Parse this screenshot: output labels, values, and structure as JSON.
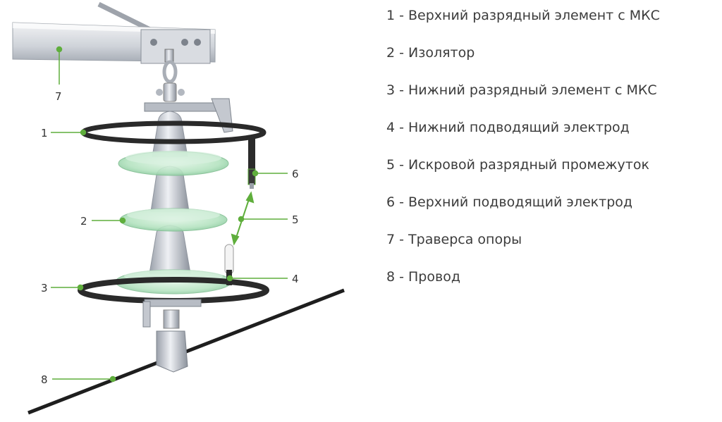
{
  "callouts": {
    "c1": "1",
    "c2": "2",
    "c3": "3",
    "c4": "4",
    "c5": "5",
    "c6": "6",
    "c7": "7",
    "c8": "8"
  },
  "legend": {
    "items": [
      "1 - Верхний разрядный элемент с МКС",
      "2 - Изолятор",
      "3 - Нижний разрядный элемент с МКС",
      "4 - Нижний подводящий электрод",
      "5 - Искровой разрядный промежуток",
      "6 - Верхний подводящий электрод",
      "7 - Траверса опоры",
      "8 - Провод"
    ]
  },
  "colors": {
    "callout_green": "#5fae3c",
    "ring": "#2a2a2a",
    "insulator_glass": "#a8dcb5",
    "metal": "#c9ccd3"
  }
}
